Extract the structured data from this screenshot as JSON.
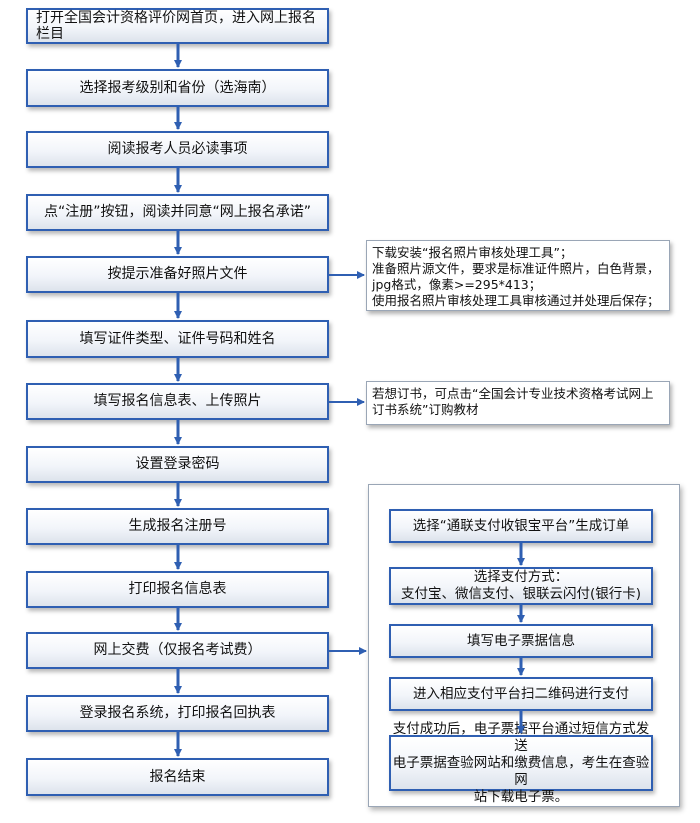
{
  "steps": [
    {
      "id": "step-1",
      "text": "打开全国会计资格评价网首页，进入网上报名栏目"
    },
    {
      "id": "step-2",
      "text": "选择报考级别和省份（选海南）"
    },
    {
      "id": "step-3",
      "text": "阅读报考人员必读事项"
    },
    {
      "id": "step-4",
      "text": "点“注册”按钮，阅读并同意“网上报名承诺”"
    },
    {
      "id": "step-5",
      "text": "按提示准备好照片文件"
    },
    {
      "id": "step-6",
      "text": "填写证件类型、证件号码和姓名"
    },
    {
      "id": "step-7",
      "text": "填写报名信息表、上传照片"
    },
    {
      "id": "step-8",
      "text": "设置登录密码"
    },
    {
      "id": "step-9",
      "text": "生成报名注册号"
    },
    {
      "id": "step-10",
      "text": "打印报名信息表"
    },
    {
      "id": "step-11",
      "text": "网上交费（仅报名考试费）"
    },
    {
      "id": "step-12",
      "text": "登录报名系统，打印报名回执表"
    },
    {
      "id": "step-13",
      "text": "报名结束"
    }
  ],
  "notes": {
    "photo_tool": [
      "下载安装“报名照片审核处理工具”；",
      "准备照片源文件，要求是标准证件照片，白色背景，",
      "jpg格式，像素>=295*413；",
      "使用报名照片审核处理工具审核通过并处理后保存；"
    ],
    "book_order": [
      "若想订书，可点击“全国会计专业技术资格考试网上",
      "订书系统”订购教材"
    ]
  },
  "payment_steps": [
    [
      "选择“通联支付收银宝平台”生成订单"
    ],
    [
      "选择支付方式：",
      "支付宝、微信支付、银联云闪付(银行卡)"
    ],
    [
      "填写电子票据信息"
    ],
    [
      "进入相应支付平台扫二维码进行支付"
    ],
    [
      "支付成功后，电子票据平台通过短信方式发送",
      "电子票据查验网站和缴费信息，考生在查验网",
      "站下载电子票。"
    ]
  ],
  "colors": {
    "border": "#2f5fb2",
    "arrow": "#2f5fb2",
    "box_fill_top": "#ffffff",
    "box_fill_bottom": "#dde3ec"
  }
}
